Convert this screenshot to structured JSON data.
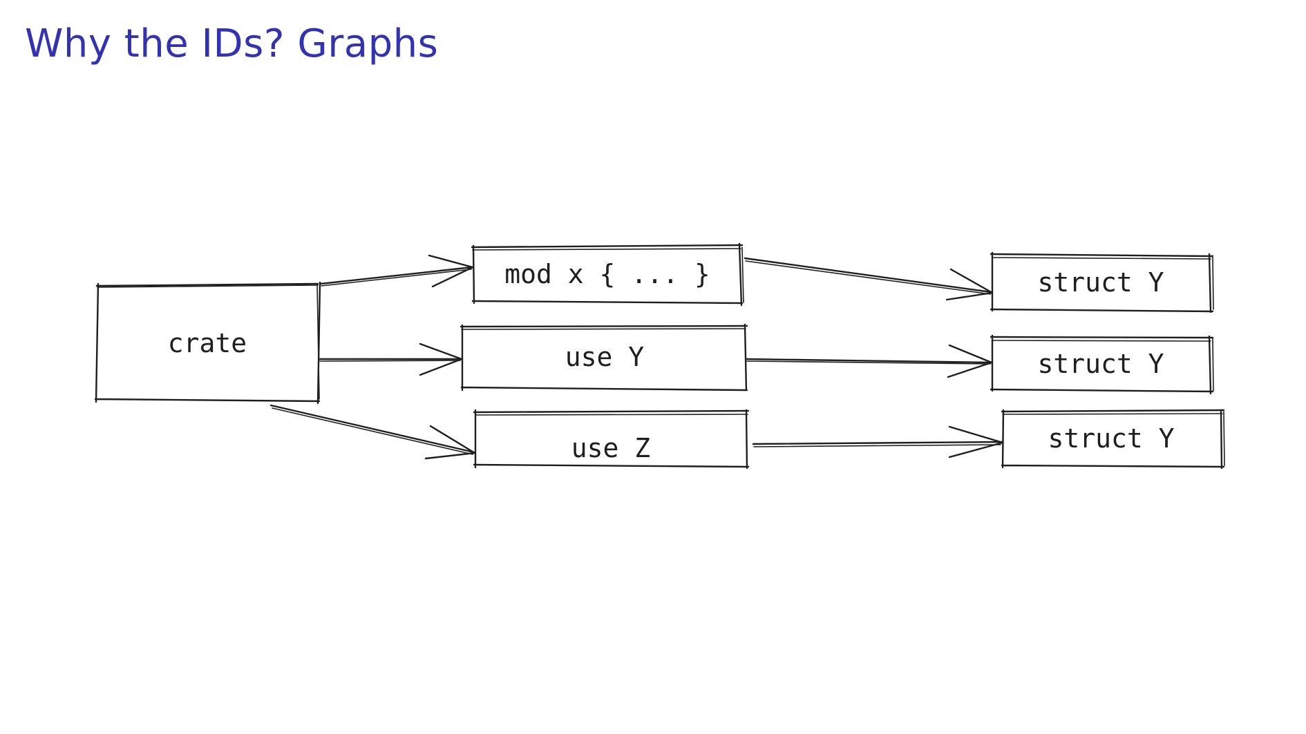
{
  "title": "Why the IDs? Graphs",
  "diagram": {
    "nodes": {
      "crate": "crate",
      "mod": "mod x { ... }",
      "use_y": "use Y",
      "use_z": "use Z",
      "struct_1": "struct Y",
      "struct_2": "struct Y",
      "struct_3": "struct Y"
    },
    "edges": [
      {
        "from": "crate",
        "to": "mod"
      },
      {
        "from": "crate",
        "to": "use_y"
      },
      {
        "from": "crate",
        "to": "use_z"
      },
      {
        "from": "mod",
        "to": "struct_1"
      },
      {
        "from": "use_y",
        "to": "struct_2"
      },
      {
        "from": "use_z",
        "to": "struct_3"
      }
    ],
    "colors": {
      "title": "#3333b2",
      "stroke": "#1e1e1e"
    }
  }
}
